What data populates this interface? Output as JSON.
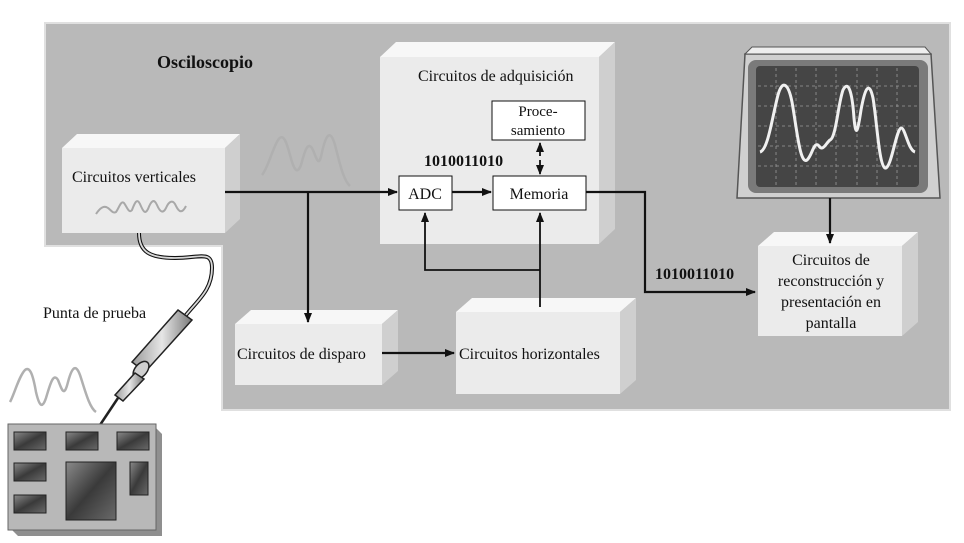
{
  "title": "Osciloscopio",
  "blocks": {
    "vertical": "Circuitos verticales",
    "acquisition": "Circuitos de adquisición",
    "processing": [
      "Proce-",
      "samiento"
    ],
    "adc": "ADC",
    "memory": "Memoria",
    "trigger": "Circuitos de disparo",
    "horizontal": "Circuitos horizontales",
    "reconstruction": [
      "Circuitos de",
      "reconstrucción y",
      "presentación en",
      "pantalla"
    ]
  },
  "binary_labels": {
    "adc_output": "1010011010",
    "memory_output": "1010011010"
  },
  "probe_label": "Punta de prueba",
  "colors": {
    "scope_body": "#b9b9b9",
    "block_face": "#ebebeb",
    "block_top": "#f7f7f7",
    "block_side": "#cfcfcf",
    "screen": "#4a4a4a",
    "circuit_board": "#b5b5b5",
    "lines": "#111111"
  },
  "icons": [
    "oscilloscope-screen-icon",
    "probe-icon",
    "circuit-board-icon",
    "waveform-icon"
  ]
}
